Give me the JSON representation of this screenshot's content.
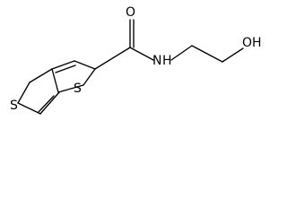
{
  "molecule": {
    "atoms": {
      "s_left": "S",
      "s_right": "S",
      "oxygen_carbonyl": "O",
      "nitrogen": "N",
      "nitrogen_h": "H",
      "hydroxyl": "OH"
    }
  }
}
